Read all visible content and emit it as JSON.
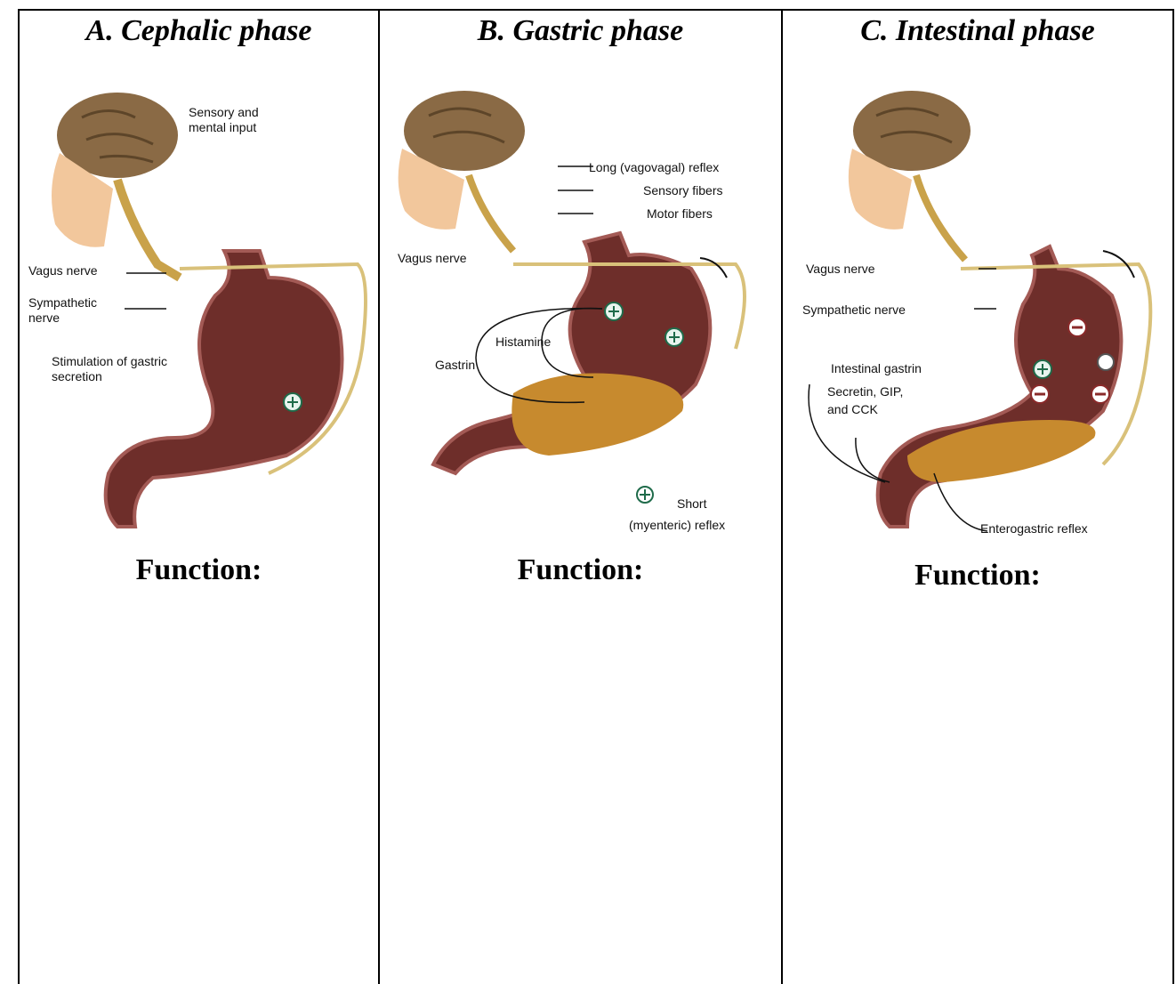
{
  "columns": [
    {
      "title": "A. Cephalic phase",
      "function_label": "Function:",
      "labels": {
        "sensory": "Sensory and mental input",
        "vagus": "Vagus nerve",
        "sympathetic": "Sympathetic nerve",
        "stimulation": "Stimulation of gastric secretion"
      }
    },
    {
      "title": "B. Gastric phase",
      "function_label": "Function:",
      "labels": {
        "long_reflex": "Long (vagovagal) reflex",
        "sensory_fibers": "Sensory fibers",
        "motor_fibers": "Motor fibers",
        "vagus": "Vagus nerve",
        "histamine": "Histamine",
        "gastrin": "Gastrin",
        "short_reflex_1": "Short",
        "short_reflex_2": "(myenteric) reflex"
      }
    },
    {
      "title": "C. Intestinal phase",
      "function_label": "Function:",
      "labels": {
        "vagus": "Vagus nerve",
        "sympathetic": "Sympathetic nerve",
        "intestinal_gastrin": "Intestinal gastrin",
        "secretin": "Secretin, GIP,",
        "cck": "and CCK",
        "enterogastric": "Enterogastric reflex"
      }
    }
  ]
}
